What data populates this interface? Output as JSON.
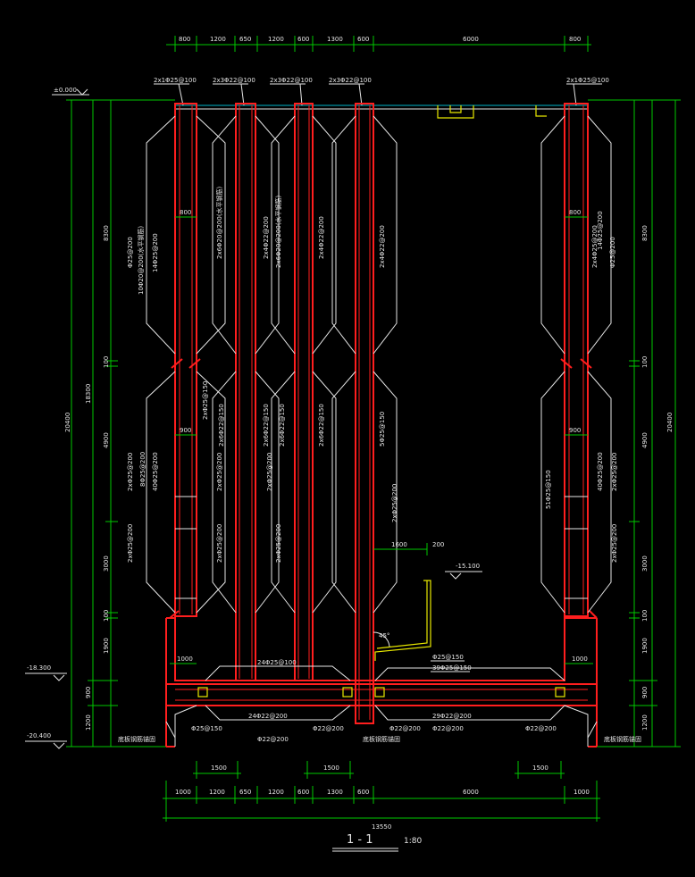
{
  "top_dims": [
    "800",
    "1200",
    "650",
    "1200",
    "600",
    "1300",
    "600",
    "6000",
    "800"
  ],
  "bottom_dims": [
    "1000",
    "1200",
    "650",
    "1200",
    "600",
    "1300",
    "600",
    "6000",
    "1000"
  ],
  "total_dim": "13550",
  "lower_dims": [
    "1500",
    "1500",
    "1500"
  ],
  "left_levels": [
    "±0.000",
    "-18.300",
    "-20.400"
  ],
  "left_vertical_dims": [
    "8300",
    "100",
    "4900",
    "3000",
    "100",
    "1900",
    "900",
    "1200"
  ],
  "left_outer_dims": [
    "18300",
    "20400"
  ],
  "right_vertical_dims": [
    "8300",
    "100",
    "4900",
    "3000",
    "100",
    "1900",
    "900",
    "1200"
  ],
  "right_outer_dim": "20400",
  "top_rebar_labels": [
    "2x1Φ25@100",
    "2x3Φ22@100",
    "2x3Φ22@100",
    "2x3Φ22@100",
    "2x1Φ25@100"
  ],
  "wall_rebar_labels": [
    "Φ25@200",
    "10Φ20@200(水平钢筋)",
    "14Φ25@200",
    "2x6Φ20@200(水平钢筋)",
    "2x4Φ22@200",
    "2x6Φ20@200(水平钢筋)",
    "2x4Φ22@200",
    "2x4Φ22@200",
    "2x4Φ25@200",
    "14Φ25@200",
    "Φ25@200",
    "2xΦ25@200",
    "40Φ25@200",
    "2xΦ25@200",
    "8Φ25@200",
    "2xΦ25@150",
    "2x6Φ22@150",
    "2x6Φ22@150",
    "2x6Φ22@150",
    "2xΦ25@200",
    "2x6Φ22@150",
    "2xΦ25@200",
    "2xΦ25@200",
    "2xΦ25@200",
    "5Φ25@150",
    "2xΦ25@200",
    "51Φ25@150",
    "40Φ25@200",
    "2xΦ25@200",
    "2xΦ25@200"
  ],
  "width_marks": [
    "800",
    "800",
    "900",
    "900",
    "1000",
    "1000",
    "1600",
    "200"
  ],
  "elevation_mark": "-15.100",
  "angle_mark": "45°",
  "slab_labels": [
    "24Φ25@100",
    "Φ25@150",
    "39Φ25@150",
    "24Φ22@200",
    "29Φ22@200",
    "Φ25@150",
    "Φ22@200",
    "Φ22@200",
    "Φ22@200",
    "Φ22@200",
    "Φ22@200"
  ],
  "side_notes": [
    "底板钢筋锚固",
    "底板钢筋锚固",
    "底板钢筋锚固"
  ],
  "section_title": "1 - 1",
  "section_scale": "1:80"
}
